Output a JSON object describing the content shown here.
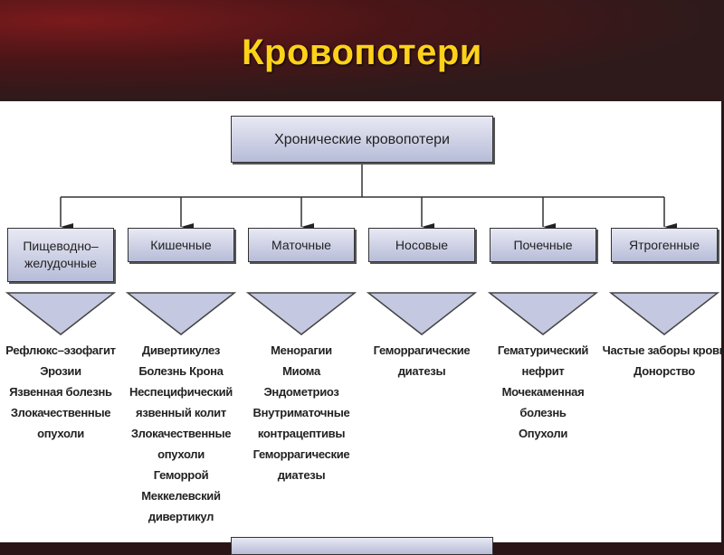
{
  "title": "Кровопотери",
  "root": "Хронические кровопотери",
  "categories": [
    {
      "label": "Пищеводно–желудочные",
      "items": [
        "Рефлюкс–эзофагит",
        "Эрозии",
        "Язвенная болезнь",
        "Злокачественные",
        "опухоли"
      ]
    },
    {
      "label": "Кишечные",
      "items": [
        "Дивертикулез",
        "Болезнь Крона",
        "Неспецифический",
        "язвенный колит",
        "Злокачественные",
        "опухоли",
        "Геморрой",
        "Меккелевский",
        "дивертикул"
      ]
    },
    {
      "label": "Маточные",
      "items": [
        "Менорагии",
        "Миома",
        "Эндометриоз",
        "Внутриматочные",
        "контрацептивы",
        "Геморрагические",
        "диатезы"
      ]
    },
    {
      "label": "Носовые",
      "items": [
        "Геморрагические",
        "диатезы"
      ]
    },
    {
      "label": "Почечные",
      "items": [
        "Гематурический",
        "нефрит",
        "Мочекаменная",
        "болезнь",
        "Опухоли"
      ]
    },
    {
      "label": "Ятрогенные",
      "items": [
        "Частые заборы крови",
        "Донорство"
      ]
    }
  ],
  "colors": {
    "title": "#ffd21a",
    "box": "#b7bcd8",
    "header": "#2e1a1b"
  }
}
